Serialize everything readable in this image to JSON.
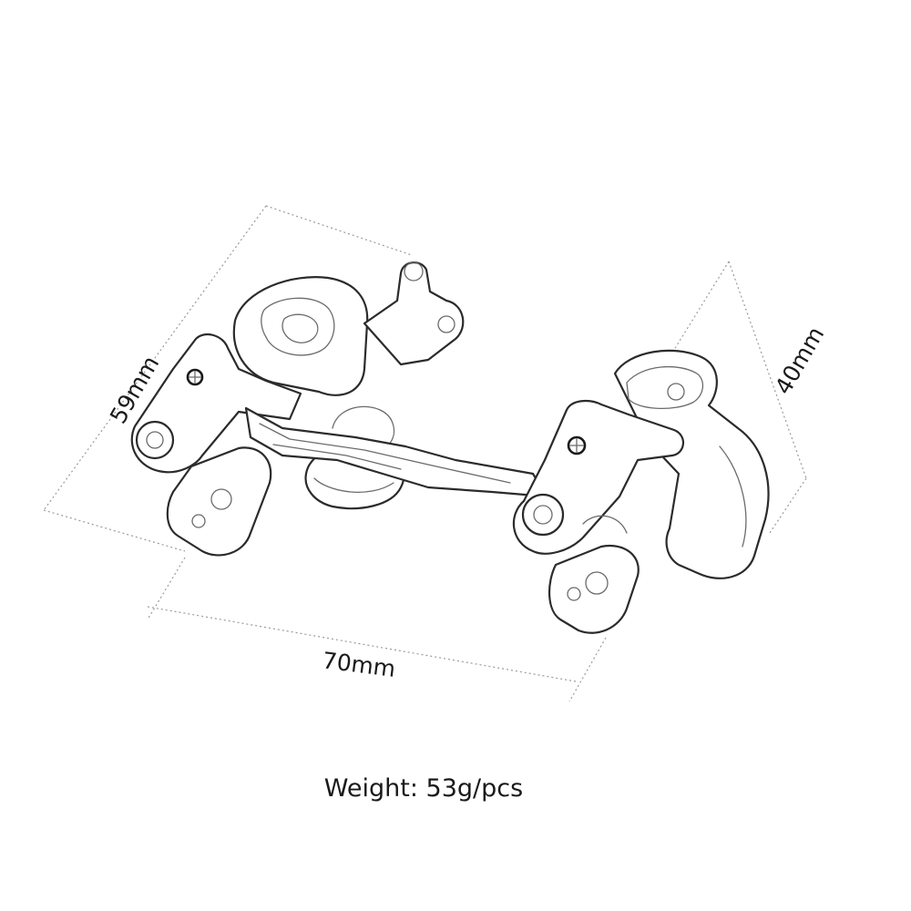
{
  "dimensions": {
    "depth": "59mm",
    "height": "40mm",
    "width": "70mm"
  },
  "weight_label": "Weight: 53g/pcs"
}
